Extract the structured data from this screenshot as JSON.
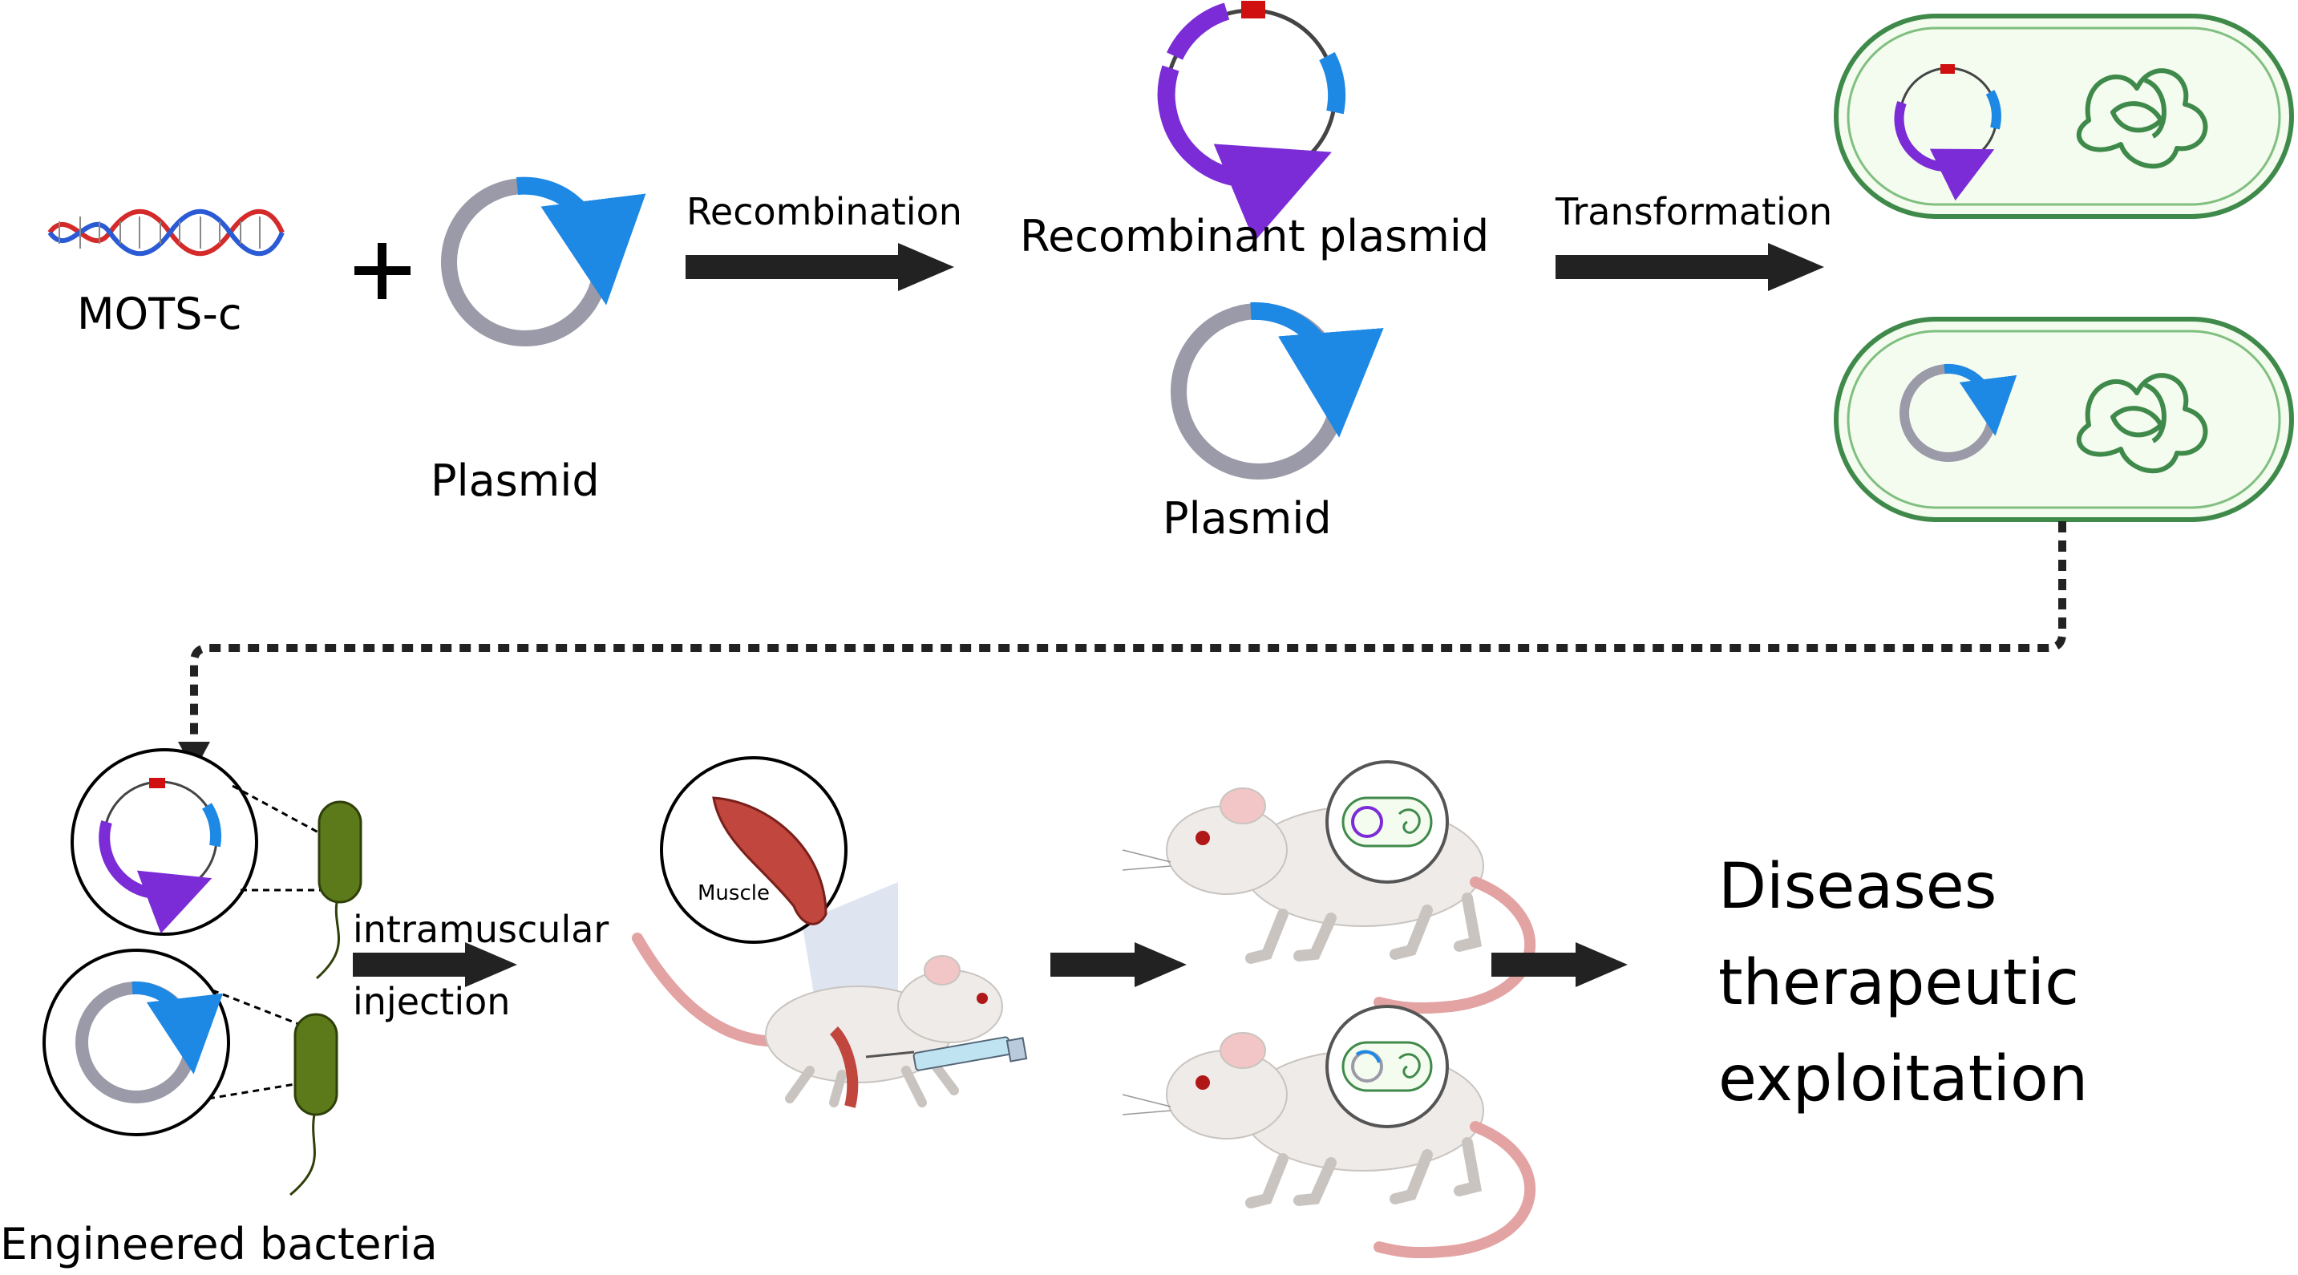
{
  "labels": {
    "mots_c": "MOTS-c",
    "plasmid_left": "Plasmid",
    "recombination": "Recombination",
    "recombinant_plasmid": "Recombinant plasmid",
    "plasmid_mid": "Plasmid",
    "transformation": "Transformation",
    "intramuscular": "intramuscular",
    "injection": "injection",
    "muscle": "Muscle",
    "engineered_bacteria": "Engineered bacteria",
    "outcome_line1": "Diseases",
    "outcome_line2": "therapeutic",
    "outcome_line3": "exploitation"
  },
  "colors": {
    "arrow": "#222222",
    "plasmid_ring": "#9a9aa8",
    "gene_blue": "#1e88e5",
    "insert_purple": "#7b2cd6",
    "marker_red": "#d01010",
    "cell_green": "#3f8a4a",
    "cell_fill": "#f4fbef",
    "bacterium": "#5c7a1a",
    "dna_red": "#d42a2a",
    "dna_blue": "#2a5ad4",
    "muscle": "#c0463e",
    "mouse_body": "#eeebe8",
    "mouse_tail": "#e3a3a3"
  }
}
